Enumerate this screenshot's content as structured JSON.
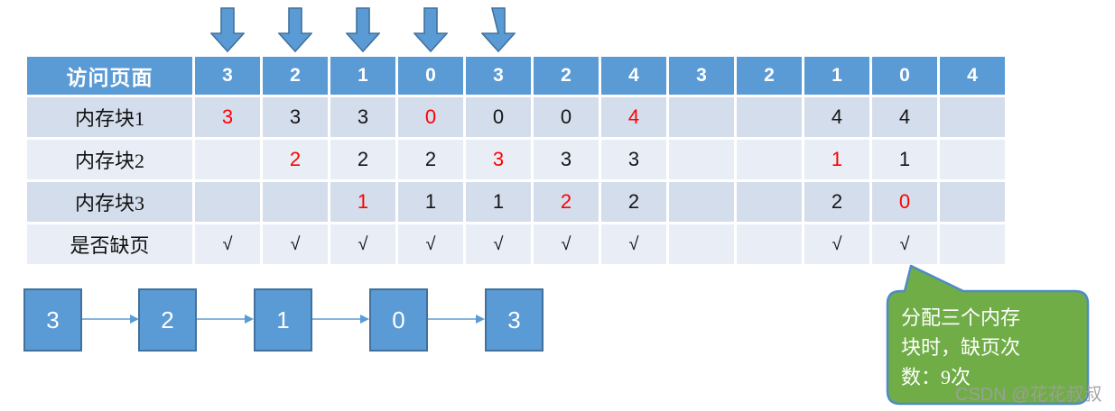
{
  "table": {
    "header_label": "访问页面",
    "page_refs": [
      "3",
      "2",
      "1",
      "0",
      "3",
      "2",
      "4",
      "3",
      "2",
      "1",
      "0",
      "4"
    ],
    "arrow_marked_ref_indexes": [
      0,
      1,
      2,
      3,
      4
    ],
    "rows": [
      {
        "label": "内存块1",
        "cells": [
          {
            "t": "3",
            "red": true
          },
          {
            "t": "3"
          },
          {
            "t": "3"
          },
          {
            "t": "0",
            "red": true
          },
          {
            "t": "0"
          },
          {
            "t": "0"
          },
          {
            "t": "4",
            "red": true
          },
          {
            "t": ""
          },
          {
            "t": ""
          },
          {
            "t": "4"
          },
          {
            "t": "4"
          },
          {
            "t": ""
          }
        ]
      },
      {
        "label": "内存块2",
        "cells": [
          {
            "t": ""
          },
          {
            "t": "2",
            "red": true
          },
          {
            "t": "2"
          },
          {
            "t": "2"
          },
          {
            "t": "3",
            "red": true
          },
          {
            "t": "3"
          },
          {
            "t": "3"
          },
          {
            "t": ""
          },
          {
            "t": ""
          },
          {
            "t": "1",
            "red": true
          },
          {
            "t": "1"
          },
          {
            "t": ""
          }
        ]
      },
      {
        "label": "内存块3",
        "cells": [
          {
            "t": ""
          },
          {
            "t": ""
          },
          {
            "t": "1",
            "red": true
          },
          {
            "t": "1"
          },
          {
            "t": "1"
          },
          {
            "t": "2",
            "red": true
          },
          {
            "t": "2"
          },
          {
            "t": ""
          },
          {
            "t": ""
          },
          {
            "t": "2"
          },
          {
            "t": "0",
            "red": true
          },
          {
            "t": ""
          }
        ]
      },
      {
        "label": "是否缺页",
        "cells": [
          {
            "t": "√"
          },
          {
            "t": "√"
          },
          {
            "t": "√"
          },
          {
            "t": "√"
          },
          {
            "t": "√"
          },
          {
            "t": "√"
          },
          {
            "t": "√"
          },
          {
            "t": ""
          },
          {
            "t": ""
          },
          {
            "t": "√"
          },
          {
            "t": "√"
          },
          {
            "t": ""
          }
        ]
      }
    ],
    "page_fault_count": 9
  },
  "linked_list": {
    "nodes": [
      "3",
      "2",
      "1",
      "0",
      "3"
    ]
  },
  "callout": {
    "lines": [
      "分配三个内存",
      "块时，缺页次",
      "数：9次"
    ]
  },
  "watermark": "CSDN @花花叔叔",
  "colors": {
    "accent_blue": "#5B9BD5",
    "dark_blue_border": "#41719C",
    "row_band_dark": "#D4DDEC",
    "row_band_light": "#E9EEF6",
    "highlight_red": "#FF0000",
    "callout_green": "#70AD47",
    "callout_border": "#4E8AC8",
    "watermark_gray": "#9E9E9E"
  }
}
